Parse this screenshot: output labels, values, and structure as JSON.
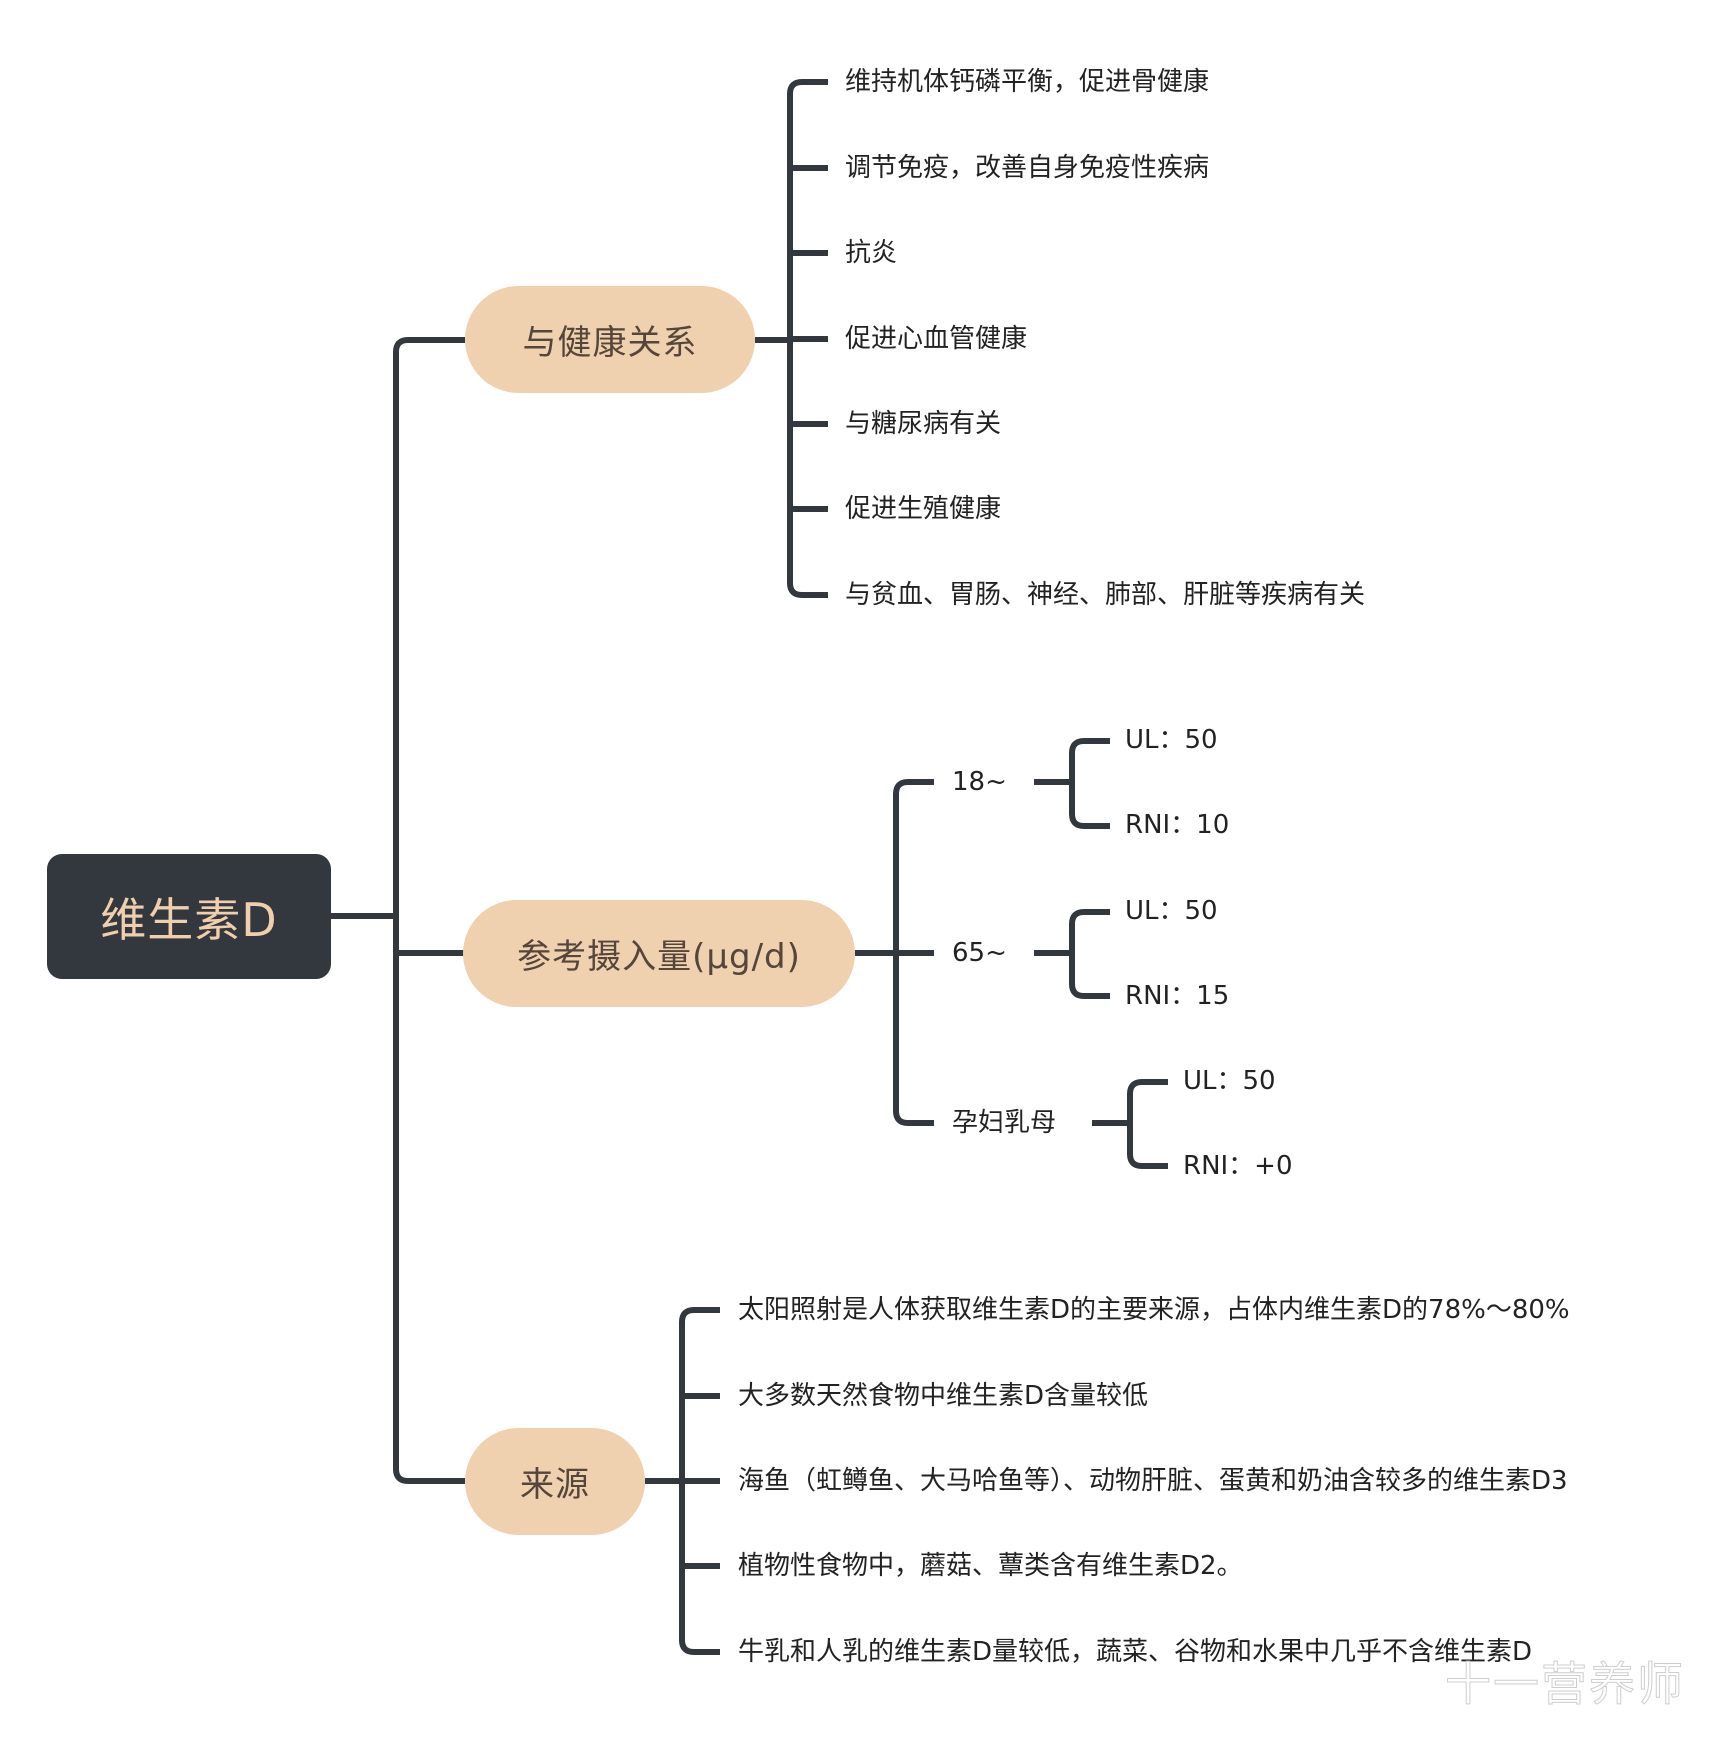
{
  "root": {
    "label": "维生素D"
  },
  "branches": [
    {
      "label": "与健康关系",
      "children": [
        "维持机体钙磷平衡，促进骨健康",
        "调节免疫，改善自身免疫性疾病",
        "抗炎",
        "促进心血管健康",
        "与糖尿病有关",
        "促进生殖健康",
        "与贫血、胃肠、神经、肺部、肝脏等疾病有关"
      ]
    },
    {
      "label": "参考摄入量(μg/d)",
      "children": [
        {
          "label": "18~",
          "children": [
            "UL：50",
            "RNI：10"
          ]
        },
        {
          "label": "65~",
          "children": [
            "UL：50",
            "RNI：15"
          ]
        },
        {
          "label": "孕妇乳母",
          "children": [
            "UL：50",
            "RNI：+0"
          ]
        }
      ]
    },
    {
      "label": "来源",
      "children": [
        "太阳照射是人体获取维生素D的主要来源，占体内维生素D的78%～80%",
        "大多数天然食物中维生素D含量较低",
        "海鱼（虹鳟鱼、大马哈鱼等）、动物肝脏、蛋黄和奶油含较多的维生素D3",
        "植物性食物中，蘑菇、蕈类含有维生素D2。",
        "牛乳和人乳的维生素D量较低，蔬菜、谷物和水果中几乎不含维生素D"
      ]
    }
  ],
  "watermark": "十一营养师",
  "colors": {
    "root_bg": "#33373e",
    "root_text": "#f0cfad",
    "branch_bg": "#efd1b0",
    "branch_text": "#55453a",
    "connector": "#33373e"
  }
}
